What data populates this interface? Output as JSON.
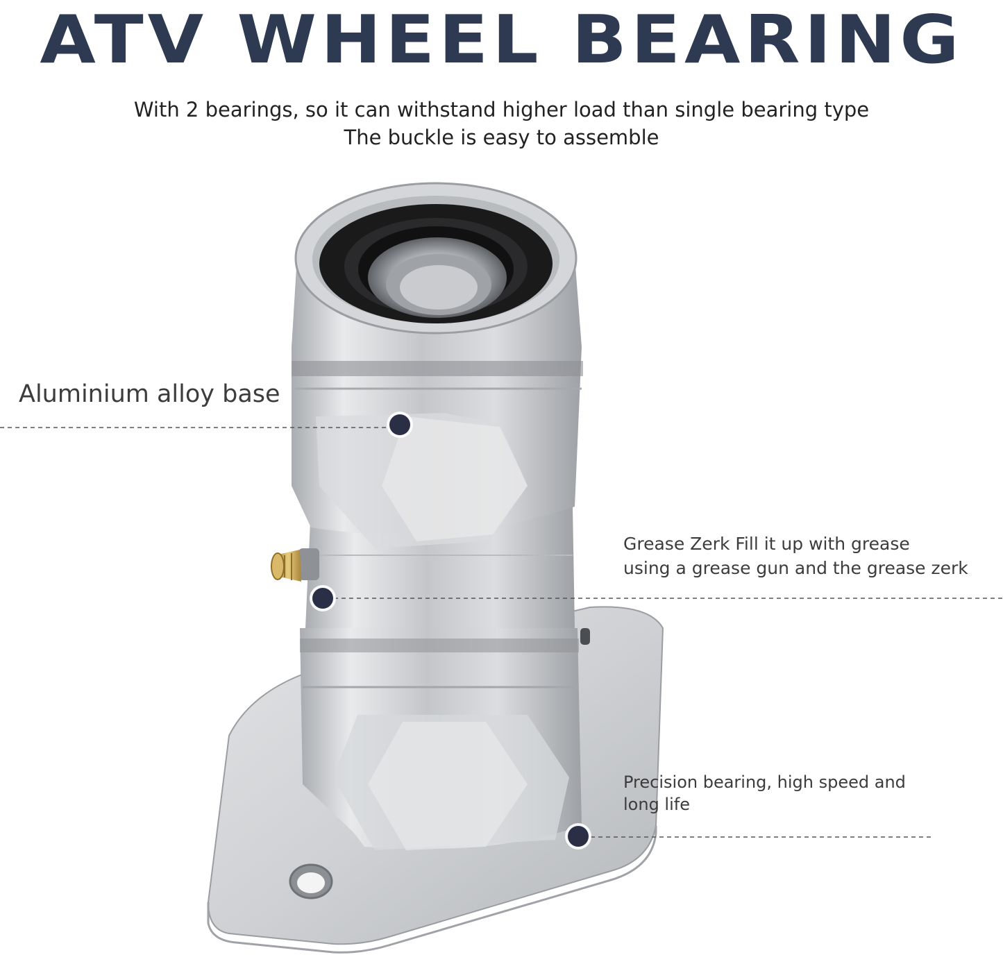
{
  "title": "ATV WHEEL BEARING",
  "subtitle": {
    "line1": "With 2 bearings, so it can withstand higher load than single bearing type",
    "line2": "The buckle is easy to assemble"
  },
  "callouts": {
    "base": "Aluminium alloy base",
    "zerk_line1": "Grease Zerk Fill it up with grease",
    "zerk_line2": "using a grease gun and the grease zerk",
    "bearing_line1": "Precision bearing, high speed and",
    "bearing_line2": "long life"
  },
  "colors": {
    "title": "#2e3a52",
    "marker": "#2b2f45",
    "metal": "#c9cbce",
    "seal": "#1a1a1a",
    "brass": "#c9a45a"
  }
}
